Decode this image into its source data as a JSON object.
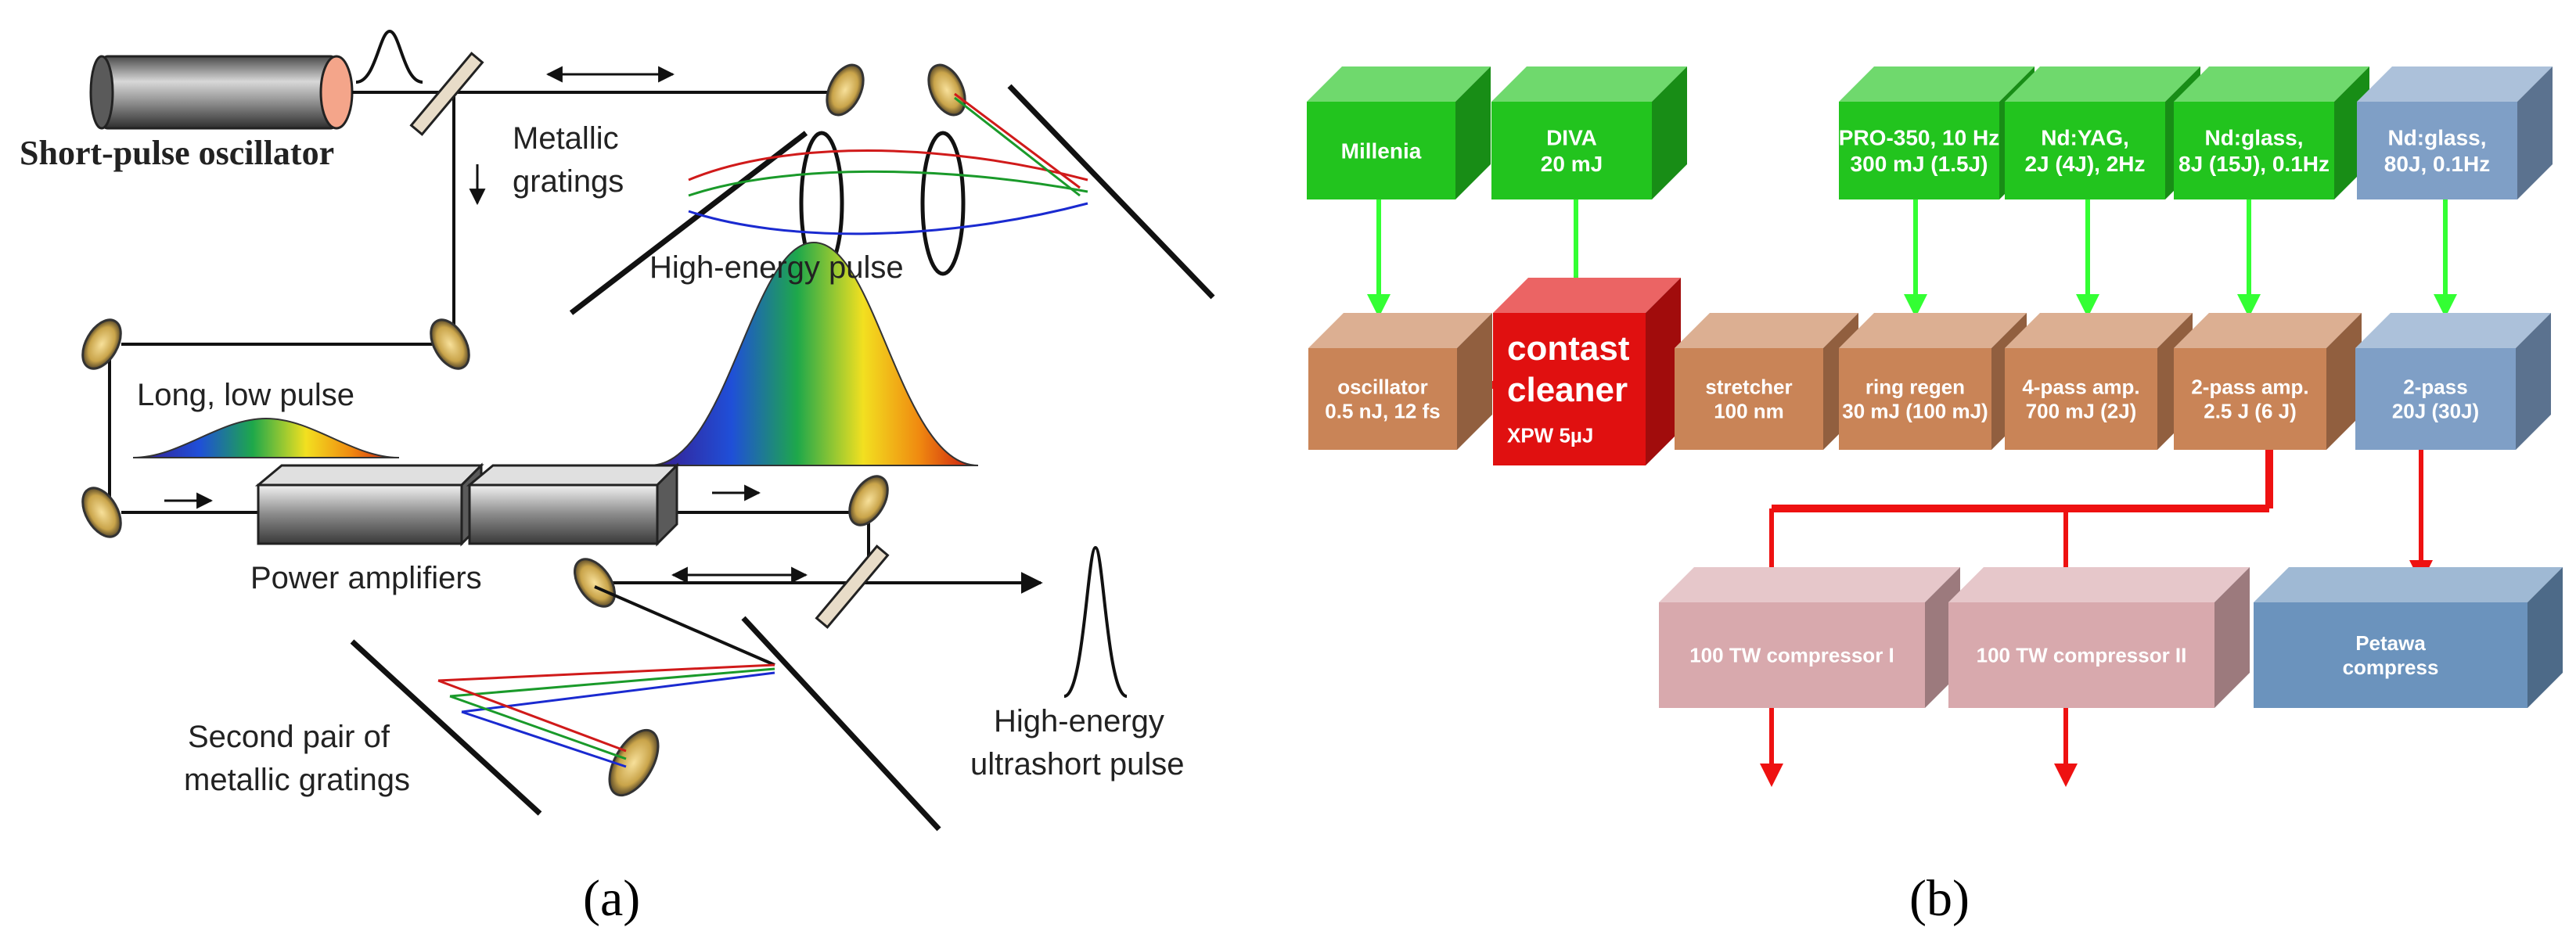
{
  "panel_a": {
    "caption": "(a)",
    "labels": {
      "oscillator": "Short-pulse oscillator",
      "gratings_1": "Metallic",
      "gratings_2": "gratings",
      "high_energy_pulse": "High-energy pulse",
      "long_low_pulse": "Long, low pulse",
      "power_amplifiers": "Power amplifiers",
      "second_pair_1": "Second pair of",
      "second_pair_2": "metallic gratings",
      "ultrashort_1": "High-energy",
      "ultrashort_2": "ultrashort pulse"
    }
  },
  "panel_b": {
    "caption": "(b)",
    "pumps": [
      {
        "line1": "Millenia",
        "line2": ""
      },
      {
        "line1": "DIVA",
        "line2": "20 mJ"
      },
      {
        "line1": "PRO-350, 10 Hz",
        "line2": "300 mJ (1.5J)"
      },
      {
        "line1": "Nd:YAG,",
        "line2": "2J (4J), 2Hz"
      },
      {
        "line1": "Nd:glass,",
        "line2": "8J (15J), 0.1Hz"
      },
      {
        "line1": "Nd:glass,",
        "line2": "80J, 0.1Hz"
      }
    ],
    "chain": [
      {
        "line1": "oscillator",
        "line2": "0.5 nJ, 12 fs"
      },
      {
        "line1": "contast",
        "line2": "cleaner",
        "line3": "XPW 5µJ"
      },
      {
        "line1": "stretcher",
        "line2": "100 nm"
      },
      {
        "line1": "ring regen",
        "line2": "30 mJ (100 mJ)"
      },
      {
        "line1": "4-pass amp.",
        "line2": "700 mJ (2J)"
      },
      {
        "line1": "2-pass amp.",
        "line2": "2.5 J (6 J)"
      },
      {
        "line1": "2-pass",
        "line2": "20J (30J)"
      }
    ],
    "compressors": [
      {
        "line1": "100 TW compressor I",
        "line2": ""
      },
      {
        "line1": "100 TW compressor II",
        "line2": ""
      },
      {
        "line1": "Petawa",
        "line2": "compress"
      }
    ],
    "colors": {
      "pump_green": "#22c41e",
      "pump_blue": "#7f9fc6",
      "chain_brown": "#c98457",
      "contrast_red": "#e01010",
      "compressor_pink": "#d8a9ad",
      "compressor_blue": "#6b93bd",
      "beam_red": "#ee1111",
      "pump_arrow": "#33ff33"
    }
  }
}
